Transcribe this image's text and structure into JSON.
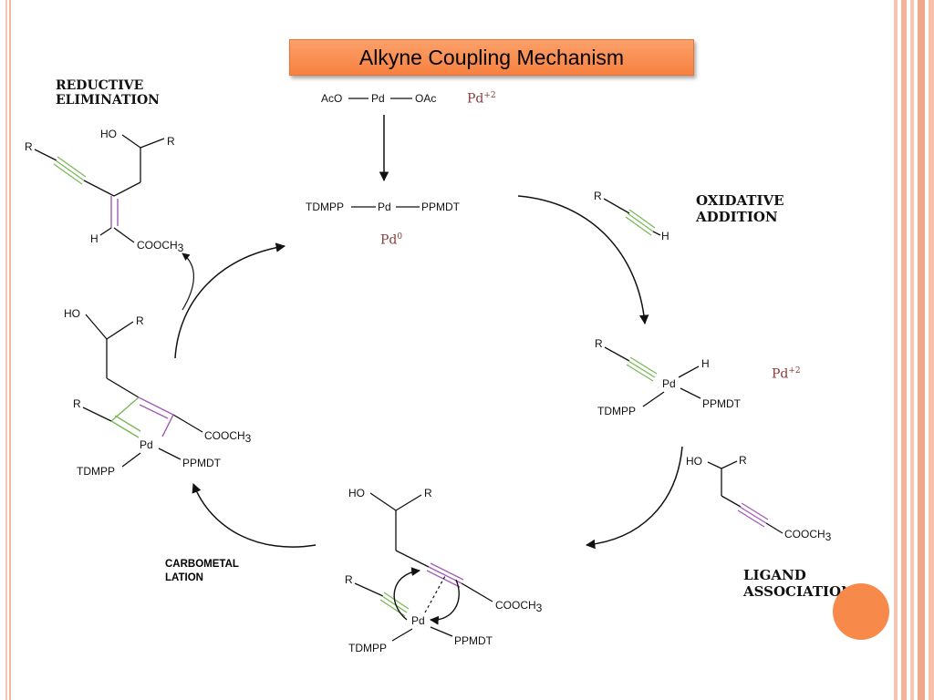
{
  "title": "Alkyne Coupling Mechanism",
  "steps": {
    "reductive_elimination": [
      "REDUCTIVE",
      "ELIMINATION"
    ],
    "oxidative_addition": [
      "OXIDATIVE",
      "ADDITION"
    ],
    "ligand_association": [
      "LIGAND",
      "ASSOCIATION"
    ],
    "carbometalation": [
      "CARBOMETAL",
      "LATION"
    ]
  },
  "oxidation_states": {
    "precatalyst": "Pd",
    "precatalyst_charge": "+2",
    "catalyst": "Pd",
    "catalyst_charge": "0",
    "oxidative_adduct": "Pd",
    "oxidative_adduct_charge": "+2"
  },
  "atoms": {
    "pd": "Pd",
    "aco": "AcO",
    "oac": "OAc",
    "tdmpp": "TDMPP",
    "ppmdt": "PPMDT",
    "r": "R",
    "h": "H",
    "ho": "HO",
    "cooch": "COOCH",
    "sub3": "3"
  },
  "colors": {
    "title_fill": "#f7813f",
    "frame_stripe": "#f3b49a",
    "alkyne_green": "#7cb85a",
    "alkene_purple": "#a35ab8",
    "pd_charge": "#8b3a3a",
    "accent_dot": "#f7894a"
  }
}
